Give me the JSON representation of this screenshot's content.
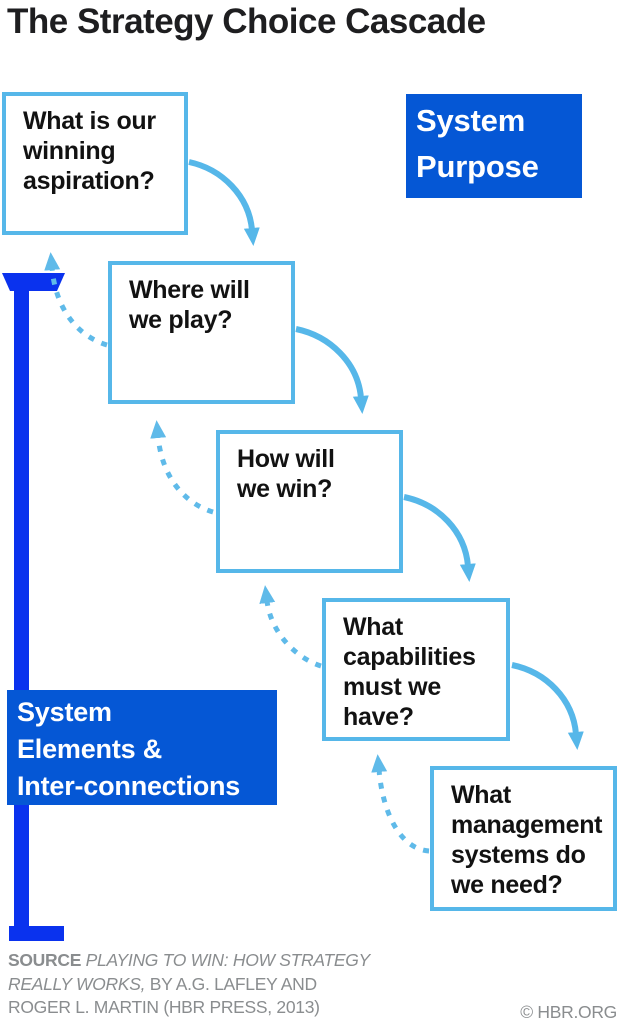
{
  "title": "The Strategy Choice Cascade",
  "system_purpose_label": "System\nPurpose",
  "system_elements_label": "System\nElements &\nInter-connections",
  "boxes": [
    {
      "text": "What is our\nwinning\naspiration?"
    },
    {
      "text": "Where will\nwe play?"
    },
    {
      "text": "How will\nwe win?"
    },
    {
      "text": "What\ncapabilities\nmust we\nhave?"
    },
    {
      "text": "What\nmanagement\nsystems do\nwe need?"
    }
  ],
  "footer": {
    "source_bold": "SOURCE",
    "book_title_line1": "PLAYING TO WIN: HOW STRATEGY",
    "book_title_line2": "REALLY WORKS,",
    "byline_line2": "BY A.G. LAFLEY AND",
    "byline_line3": "ROGER L. MARTIN (HBR PRESS, 2013)",
    "copyright": "© HBR.ORG"
  },
  "colors": {
    "box_border": "#56B7E9",
    "solid_arrow": "#56B7E9",
    "dashed_arrow": "#5FBAE9",
    "label_background": "#0557D5",
    "label_text": "#FFFFFF",
    "bracket": "#0A32EE",
    "title_text": "#1E1E20",
    "footer_text": "#8A8D8F"
  }
}
